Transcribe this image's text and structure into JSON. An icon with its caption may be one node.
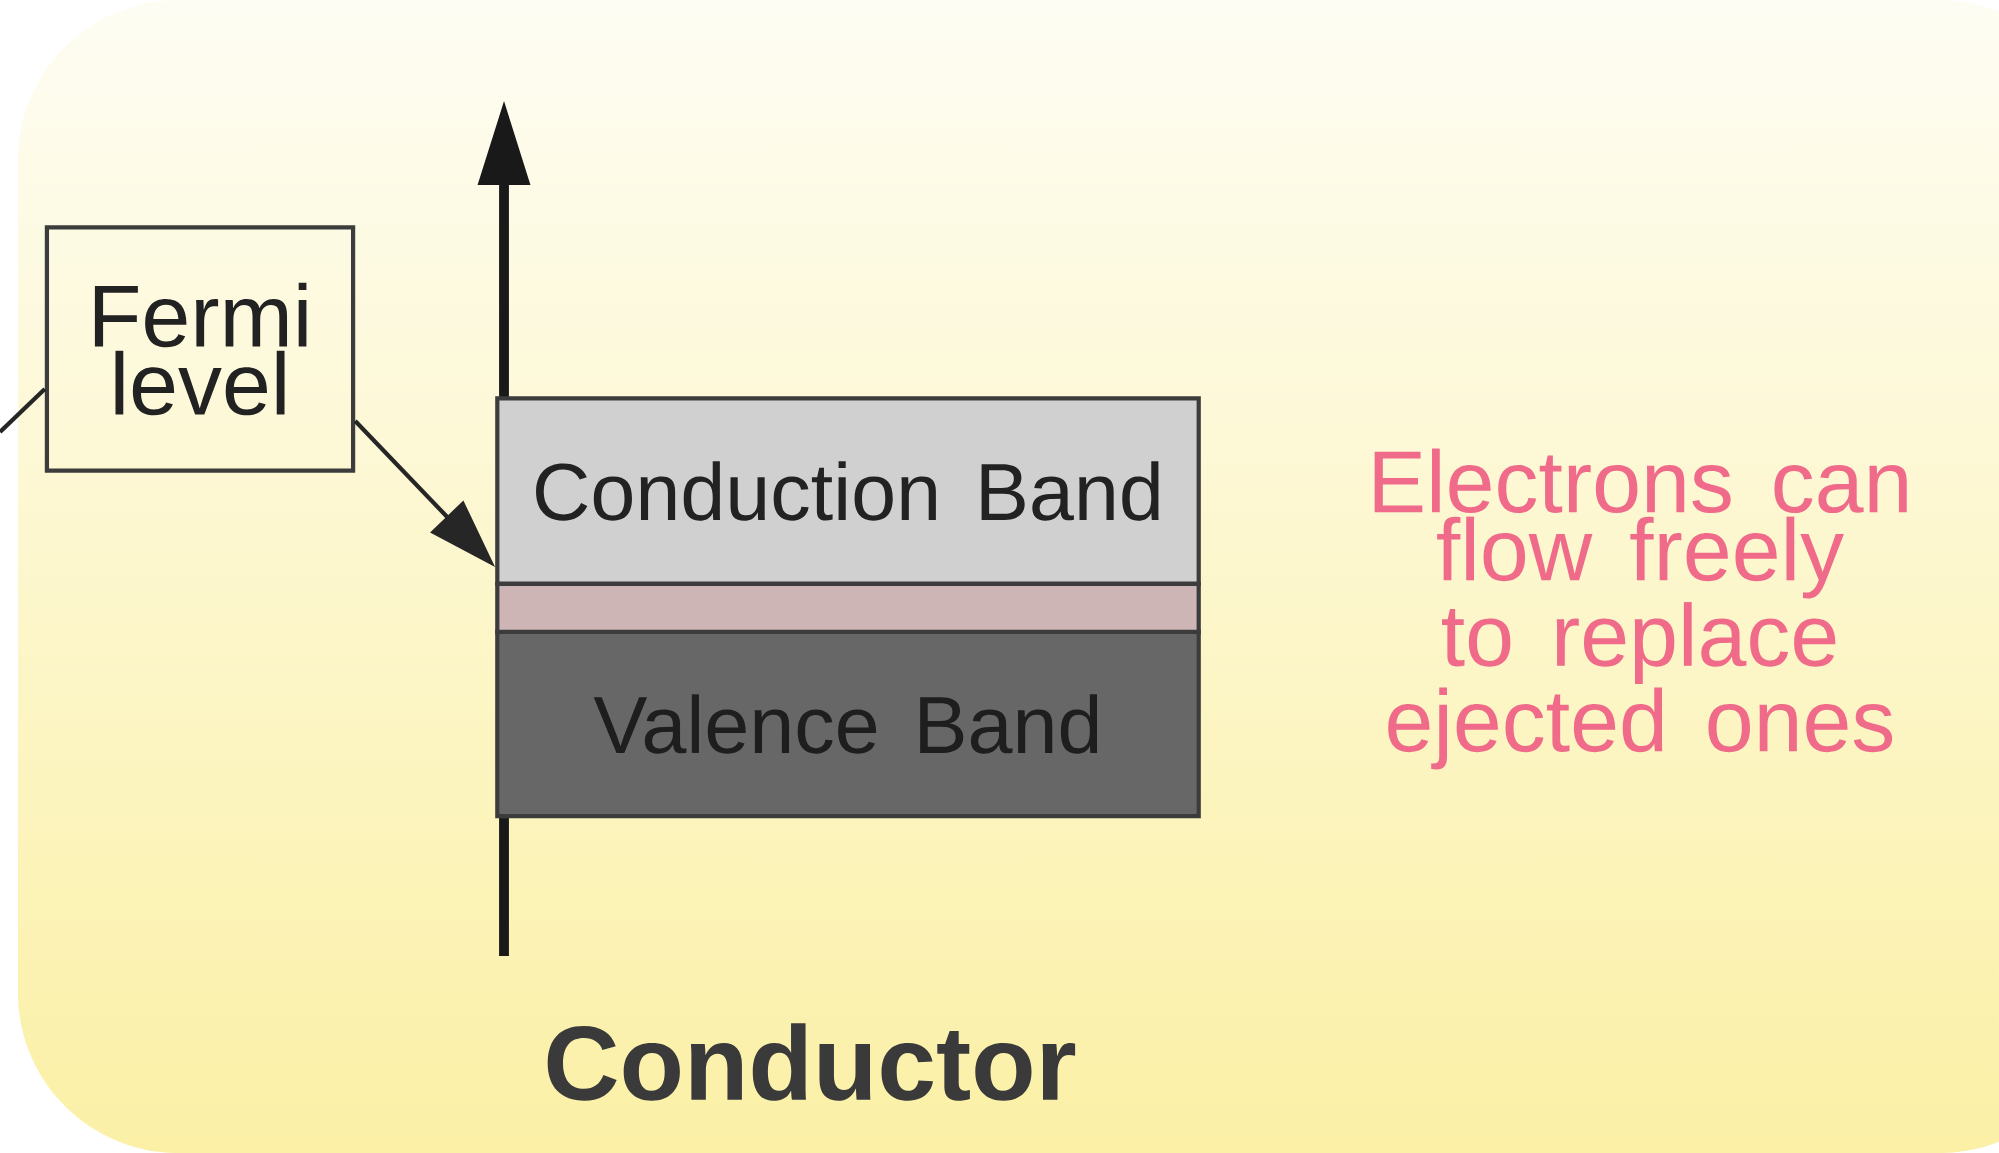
{
  "diagram": {
    "nodes": [
      {
        "text": [
          "Fermi level"
        ]
      },
      {
        "text": [
          "Conduction Band"
        ]
      },
      {
        "text": [],
        "shape": "bar"
      },
      {
        "text": [
          "Valence Band"
        ]
      }
    ],
    "edges": [
      {
        "from": 0,
        "to": 1,
        "arrow": "to"
      },
      {
        "from": null,
        "to": 0,
        "arrow": "none"
      }
    ],
    "labels": [
      "Electrons can flow freely to replace ejected ones",
      "Conductor"
    ]
  }
}
